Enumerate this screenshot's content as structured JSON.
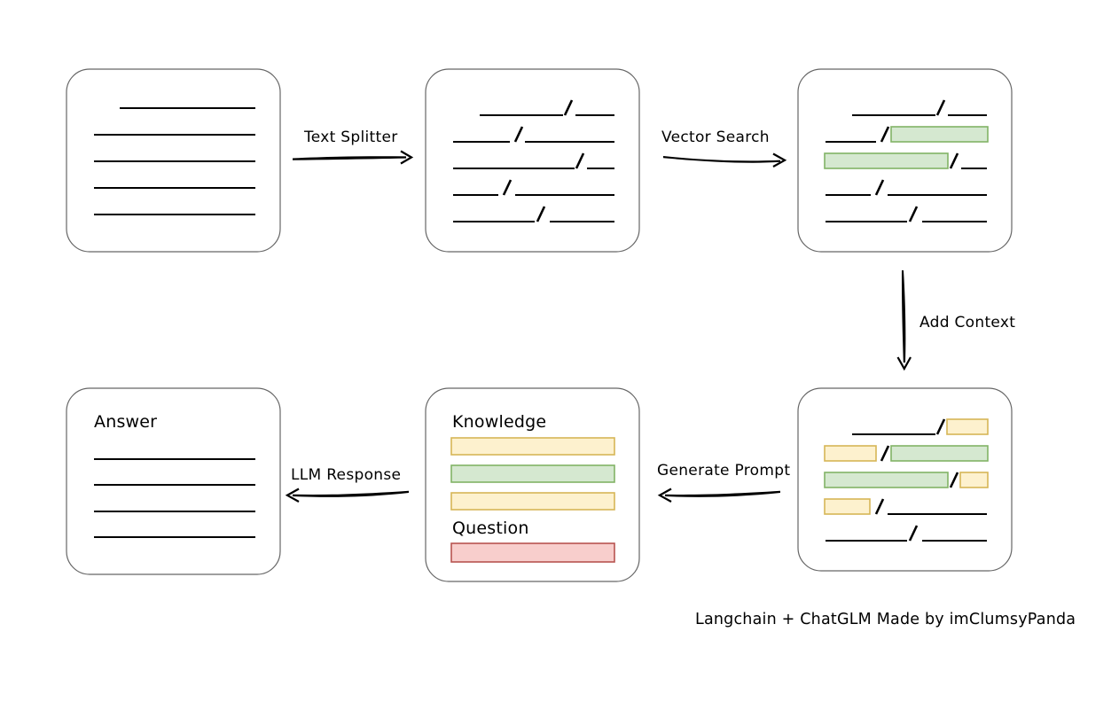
{
  "diagram": {
    "title": "Langchain + ChatGLM retrieval augmented generation flow",
    "caption": "Langchain + ChatGLM Made by imClumsyPanda",
    "colors": {
      "box_stroke": "#666666",
      "box_fill": "#ffffff",
      "line": "#000000",
      "green_fill": "#d5e8d0",
      "green_stroke": "#82b366",
      "yellow_fill": "#fdf1ce",
      "yellow_stroke": "#d6b656",
      "red_fill": "#f8cecc",
      "red_stroke": "#b85450"
    }
  },
  "nodes": {
    "source_document": {
      "name": "Source Document",
      "title": "",
      "lines": 5
    },
    "split_chunks": {
      "name": "Split Text Chunks",
      "title": "",
      "lines": 5
    },
    "vector_matches": {
      "name": "Matched Chunks",
      "title": "",
      "lines": 5,
      "highlights": 2
    },
    "context_added": {
      "name": "Document With Context",
      "title": "",
      "lines": 5,
      "green_highlights": 2,
      "yellow_highlights": 4
    },
    "prompt": {
      "name": "Prompt",
      "knowledge_label": "Knowledge",
      "question_label": "Question",
      "knowledge_chips": 3,
      "question_chips": 1
    },
    "answer": {
      "name": "Answer",
      "title": "Answer",
      "lines": 4
    }
  },
  "edges": [
    {
      "id": "text-splitter",
      "label": "Text Splitter",
      "from": "source_document",
      "to": "split_chunks",
      "direction": "right"
    },
    {
      "id": "vector-search",
      "label": "Vector Search",
      "from": "split_chunks",
      "to": "vector_matches",
      "direction": "right"
    },
    {
      "id": "add-context",
      "label": "Add Context",
      "from": "vector_matches",
      "to": "context_added",
      "direction": "down"
    },
    {
      "id": "generate-prompt",
      "label": "Generate Prompt",
      "from": "context_added",
      "to": "prompt",
      "direction": "left"
    },
    {
      "id": "llm-response",
      "label": "LLM Response",
      "from": "prompt",
      "to": "answer",
      "direction": "left"
    }
  ]
}
